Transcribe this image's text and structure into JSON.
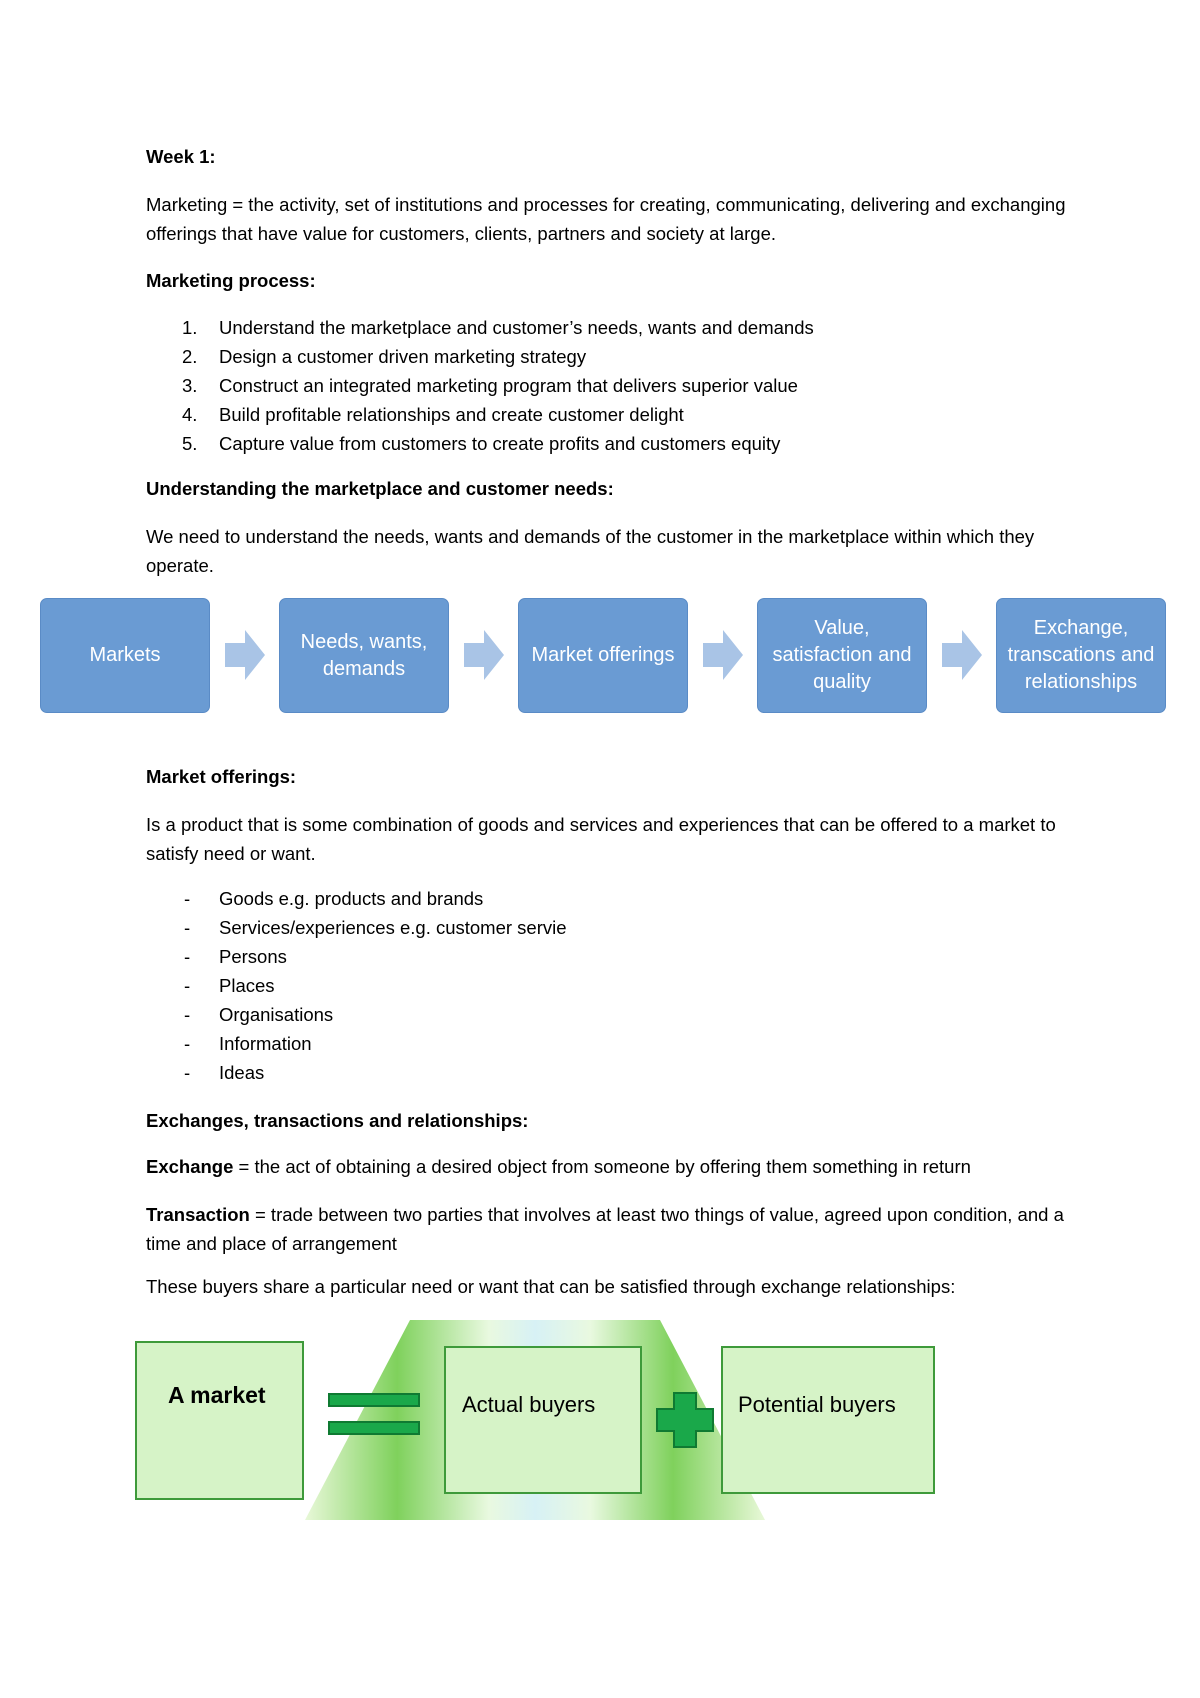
{
  "heading_week": "Week 1:",
  "marketing_def": "Marketing = the activity, set of institutions and processes for creating, communicating, delivering and exchanging offerings that have value for customers, clients, partners and society at large.",
  "process_heading": "Marketing process:",
  "process_steps": [
    {
      "num": "1.",
      "text": "Understand the marketplace and customer’s needs, wants and demands"
    },
    {
      "num": "2.",
      "text": "Design a customer driven marketing strategy"
    },
    {
      "num": "3.",
      "text": "Construct an integrated marketing program that delivers superior value"
    },
    {
      "num": "4.",
      "text": "Build profitable relationships and create customer delight"
    },
    {
      "num": "5.",
      "text": "Capture value from customers to create profits and customers equity"
    }
  ],
  "understanding_heading": "Understanding the marketplace and customer needs:",
  "understanding_text": "We need to understand the needs, wants and demands of the customer in the marketplace within which they operate.",
  "flow": {
    "boxes": [
      "Markets",
      "Needs, wants,\ndemands",
      "Market offerings",
      "Value,\nsatisfaction and\nquality",
      "Exchange,\ntranscations and\nrelationships"
    ],
    "box_color": "#6a9bd3",
    "arrow_color": "#a9c4e6"
  },
  "offerings_heading": "Market offerings:",
  "offerings_text": "Is a product that is some combination of goods and services and experiences that can be offered to a market to satisfy need or want.",
  "offerings_list": [
    "Goods e.g. products and brands",
    "Services/experiences e.g. customer servie",
    "Persons",
    "Places",
    "Organisations",
    "Information",
    "Ideas"
  ],
  "exchanges_heading": "Exchanges, transactions and relationships:",
  "exchange_term": "Exchange",
  "exchange_def": " = the act of obtaining a desired object from someone by offering them something in return",
  "transaction_term": "Transaction",
  "transaction_def": " = trade between two parties that involves at least two things of value, agreed upon condition, and a time and place of arrangement",
  "buyers_text": "These buyers share a particular need or want that can be satisfied through exchange relationships:",
  "market_diagram": {
    "market_label": "A market",
    "actual_label": "Actual buyers",
    "potential_label": "Potential buyers",
    "box_fill": "#d6f3c7",
    "border_color": "#3e9a3a",
    "symbol_color": "#1aa84a"
  }
}
